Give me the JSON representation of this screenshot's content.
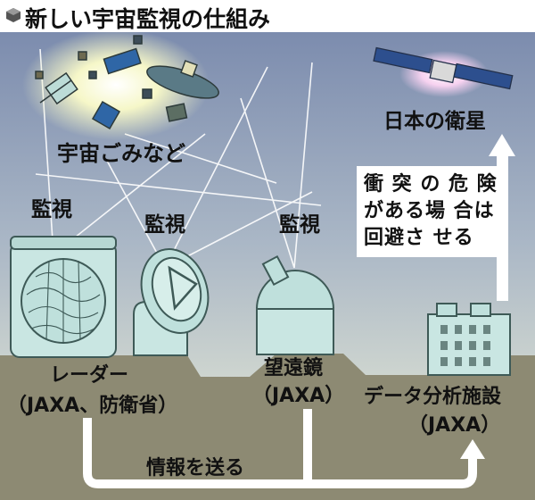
{
  "title": "新しい宇宙監視の仕組み",
  "labels": {
    "debris": "宇宙ごみなど",
    "monitor_1": "監視",
    "monitor_2": "監視",
    "monitor_3": "監視",
    "satellite": "日本の衛星",
    "collision_note": "衝 突 の 危 険がある場 合は回避さ せる",
    "radar_name": "レーダー",
    "radar_org": "（JAXA、防衛省）",
    "telescope_name": "望遠鏡",
    "telescope_org": "（JAXA）",
    "facility_name": "データ分析施設",
    "facility_org": "（JAXA）",
    "send_info": "情報を送る"
  },
  "icons": [
    "title-box-icon",
    "radar-dome-icon",
    "parabolic-antenna-icon",
    "telescope-dome-icon",
    "analysis-building-icon",
    "satellite-icon",
    "debris-cluster-icon"
  ],
  "colors": {
    "sky_top": "#7f8fb0",
    "sky_bottom": "#e7ecd6",
    "ground": "#8d8a73",
    "structure": "#bfe0dc",
    "arrow": "#ffffff"
  }
}
